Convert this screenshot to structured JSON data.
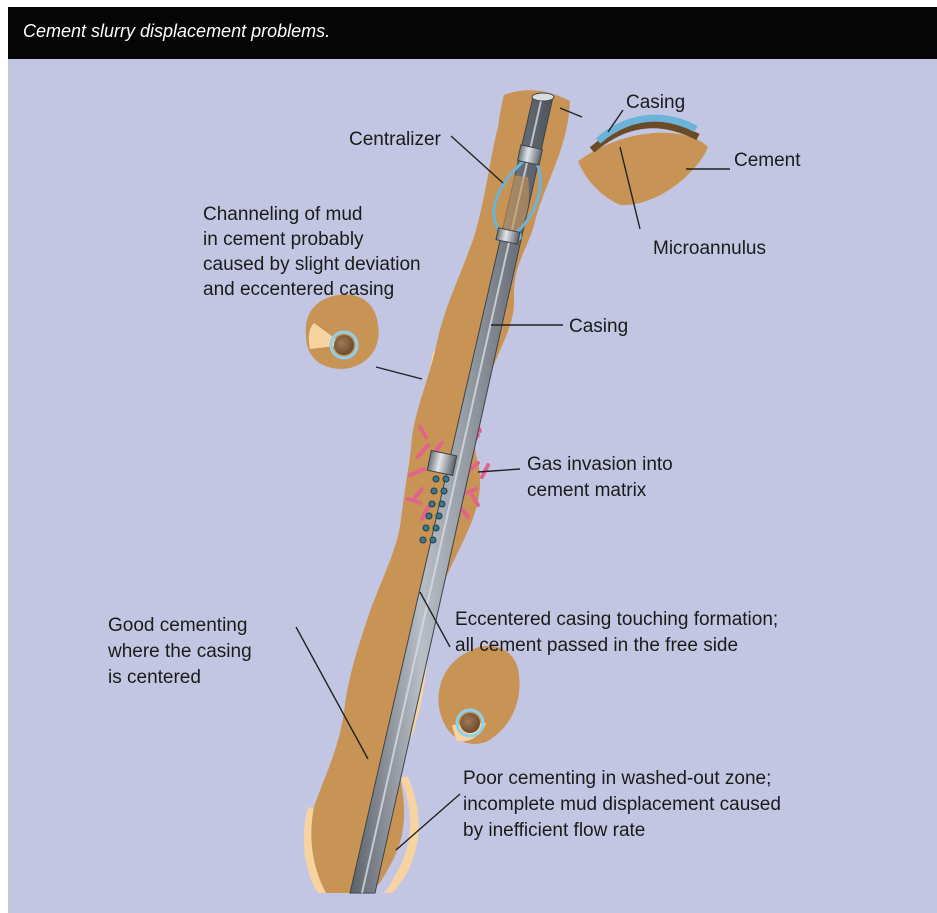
{
  "figure": {
    "title": "Cement slurry displacement problems.",
    "colors": {
      "background": "#c3c6e2",
      "title_bar": "#050505",
      "cement": "#c89455",
      "mud": "#f7d3a2",
      "casing": "#8a8f97",
      "gas": "#e0648c",
      "microannulus": "#6b4a28",
      "casing_ring": "#6bb3d8"
    },
    "labels": {
      "casing_top": "Casing",
      "centralizer": "Centralizer",
      "cement": "Cement",
      "microannulus": "Microannulus",
      "channeling": [
        "Channeling of mud",
        "in cement probably",
        "caused by slight deviation",
        "and eccentered casing"
      ],
      "casing_mid": "Casing",
      "gas_invasion": [
        "Gas invasion into",
        "cement matrix"
      ],
      "good_cementing": [
        "Good cementing",
        "where the casing",
        "is centered"
      ],
      "eccentered": [
        "Eccentered casing touching formation;",
        "all cement passed in the free side"
      ],
      "poor_cementing": [
        "Poor cementing in washed-out zone;",
        "incomplete mud displacement caused",
        "by inefficient flow rate"
      ]
    }
  }
}
